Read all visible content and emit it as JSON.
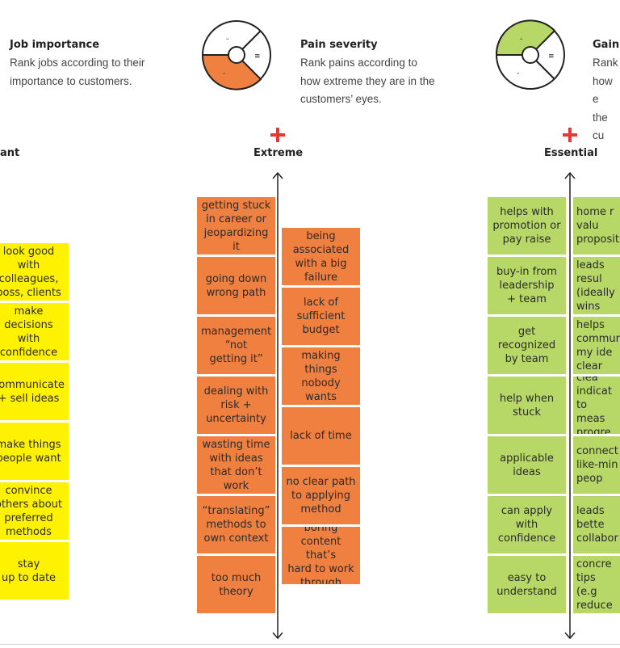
{
  "headers": {
    "job": {
      "title": "Job importance",
      "desc": "Rank jobs according to their\nimportance to customers."
    },
    "pain": {
      "title": "Pain severity",
      "desc": "Rank pains according to\nhow extreme they are in the\ncustomers’ eyes."
    },
    "gain": {
      "title": "Gain",
      "desc": "Rank\nhow e\nthe cu"
    }
  },
  "axis_labels": {
    "left": "ant",
    "pain": "Extreme",
    "gain": "Essential"
  },
  "colors": {
    "yellow": "#fff200",
    "orange": "#f08040",
    "green": "#b7d766",
    "plus": "#e53935"
  },
  "notes": {
    "jobs": [
      "look good\nwith\ncolleagues,\nboss, clients",
      "make\ndecisions\nwith\nconfidence",
      "communicate\n+ sell ideas",
      "make things\npeople want",
      "convince\nothers about\npreferred\nmethods",
      "stay\nup to date"
    ],
    "pains_left": [
      "getting stuck\nin career or\njeopardizing\nit",
      "going down\nwrong path",
      "management\n“not\ngetting it”",
      "dealing with\nrisk +\nuncertainty",
      "wasting time\nwith ideas\nthat don’t\nwork",
      "“translating”\nmethods to\nown context",
      "too much\ntheory"
    ],
    "pains_right": [
      "being\nassociated\nwith a big\nfailure",
      "lack of\nsufficient\nbudget",
      "making\nthings\nnobody\nwants",
      "lack of time",
      "no clear path\nto applying\nmethod",
      "boring\ncontent that’s\nhard to work\nthrough"
    ],
    "gains_left": [
      "helps with\npromotion or\npay raise",
      "buy-in from\nleadership\n+ team",
      "get\nrecognized\nby team",
      "help when\nstuck",
      "applicable\nideas",
      "can apply\nwith\nconfidence",
      "easy to\nunderstand"
    ],
    "gains_right": [
      "home r\nvalu\npropositi",
      "leads\nresul\n(ideally\nwins",
      "helps\ncommuni\nmy ide\nclear",
      "clea\nindicat\nto meas\nprogre",
      "connect\nlike-min\npeop",
      "leads\nbette\ncollabor",
      "concre\ntips (e.g\nreduce"
    ]
  }
}
